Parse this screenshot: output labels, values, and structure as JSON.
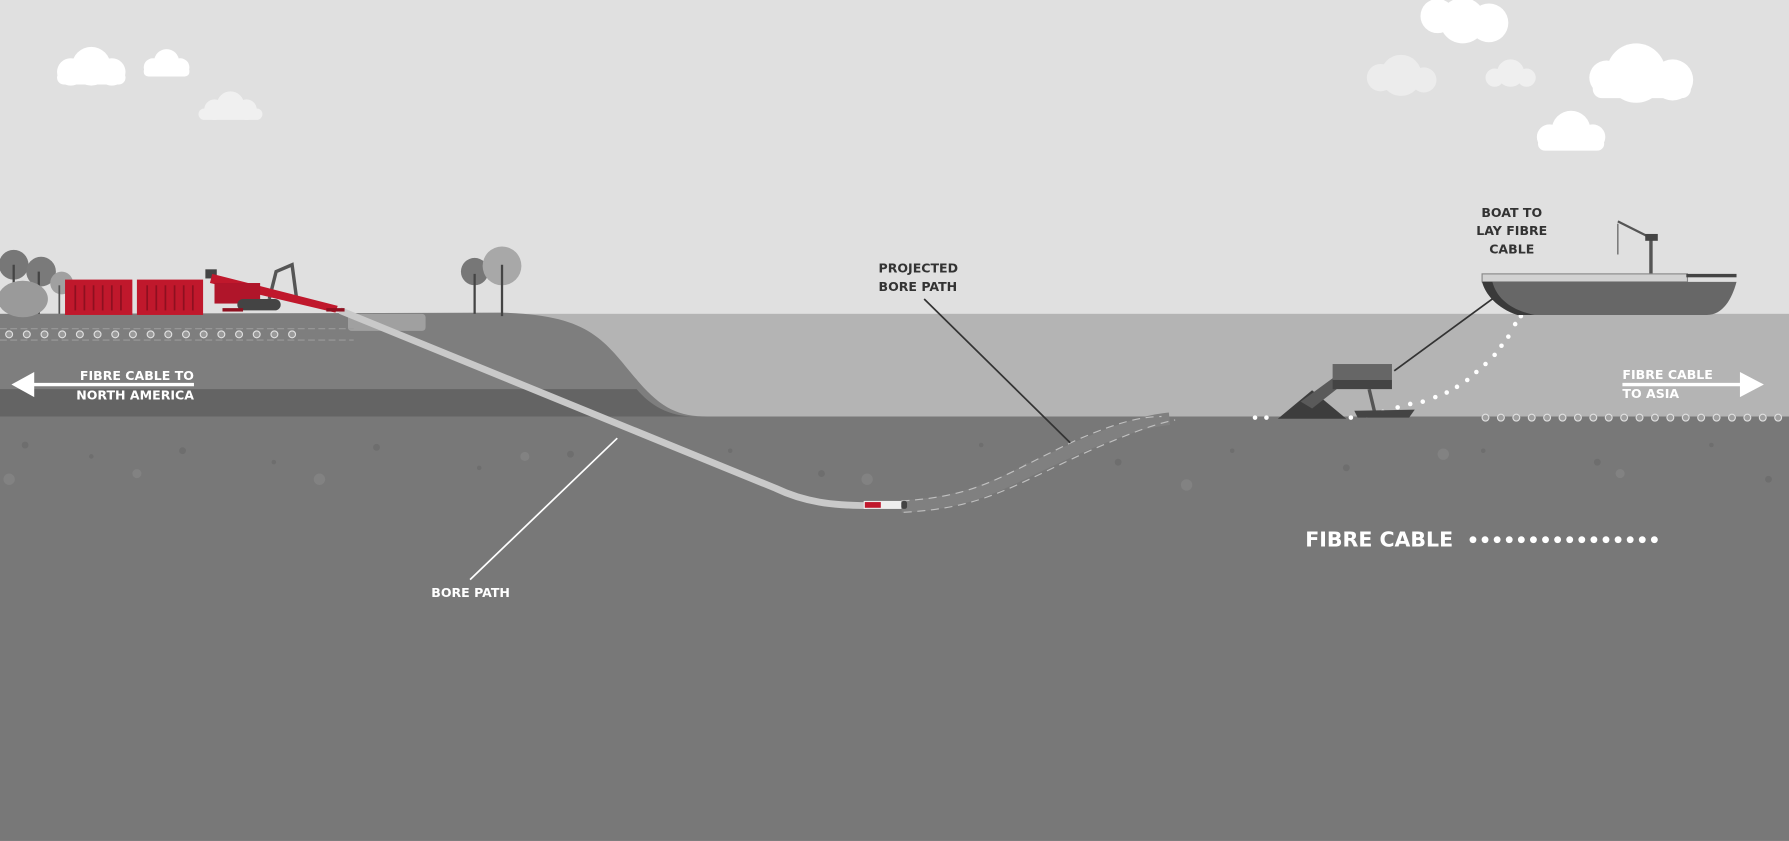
{
  "labels": {
    "boat": [
      "BOAT TO",
      "LAY FIBRE",
      "CABLE"
    ],
    "projected": [
      "PROJECTED",
      "BORE PATH"
    ],
    "bore_path": "BORE PATH",
    "north_america": [
      "FIBRE CABLE TO",
      "NORTH AMERICA"
    ],
    "asia": [
      "FIBRE CABLE",
      "TO ASIA"
    ]
  },
  "legend": {
    "fibre_cable": "FIBRE CABLE"
  },
  "colors": {
    "sky": "#e0e0e0",
    "water": "#b4b4b4",
    "land": "#7e7e7e",
    "ground": "#787878",
    "accent_red": "#c0182c",
    "bore_path": "#c9c9c9",
    "label_dark": "#333333",
    "label_light": "#ffffff"
  },
  "icons": [
    "cloud-icon",
    "tree-icon",
    "container-icon",
    "drill-rig-icon",
    "ship-icon",
    "plough-icon",
    "arrow-left-icon",
    "arrow-right-icon"
  ]
}
